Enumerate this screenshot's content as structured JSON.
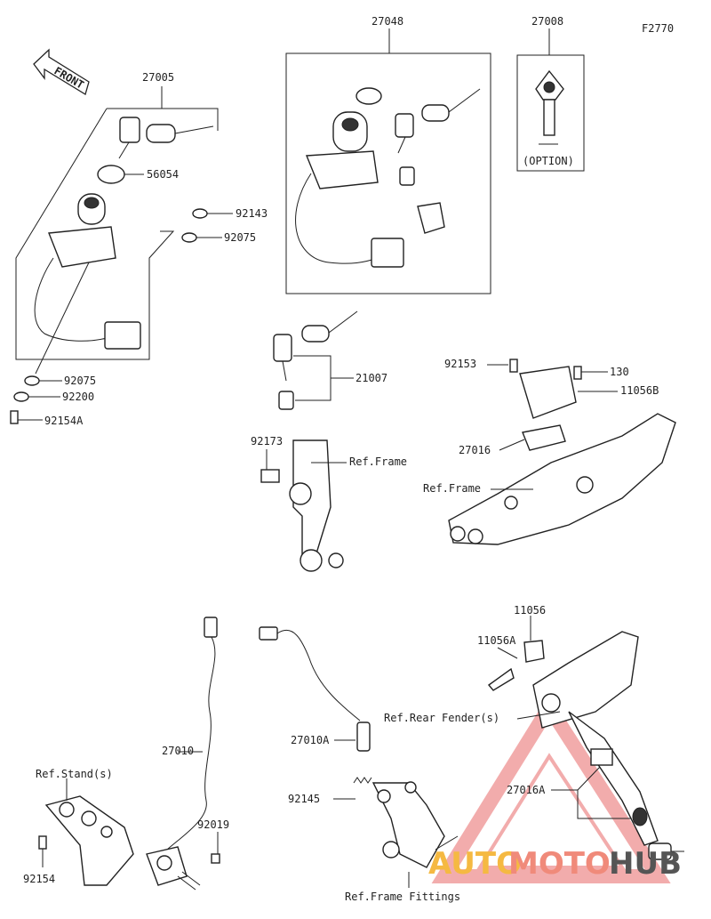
{
  "figure_code": "F2770",
  "front_label": "FRONT",
  "parts": {
    "p27005": "27005",
    "p56054": "56054",
    "p92143": "92143",
    "p92075a": "92075",
    "p92075b": "92075",
    "p92200": "92200",
    "p92154A": "92154A",
    "p27048": "27048",
    "p27008": "27008",
    "option": "(OPTION)",
    "p21007": "21007",
    "p92153": "92153",
    "p130": "130",
    "p11056B": "11056B",
    "p27016": "27016",
    "p92173": "92173",
    "ref_frame_1": "Ref.Frame",
    "ref_frame_2": "Ref.Frame",
    "p11056": "11056",
    "p11056A": "11056A",
    "ref_rear_fender": "Ref.Rear Fender(s)",
    "p27016A": "27016A",
    "p27010": "27010",
    "p27010A": "27010A",
    "ref_stand": "Ref.Stand(s)",
    "p92019": "92019",
    "p92145": "92145",
    "p92154": "92154",
    "ref_frame_fittings": "Ref.Frame Fittings"
  },
  "watermark": {
    "part1": "AUTO",
    "part2": "MOTO",
    "part3": "HUB",
    "color_auto": "#f5b942",
    "color_moto": "#f08a7a",
    "color_hub": "#555555"
  }
}
